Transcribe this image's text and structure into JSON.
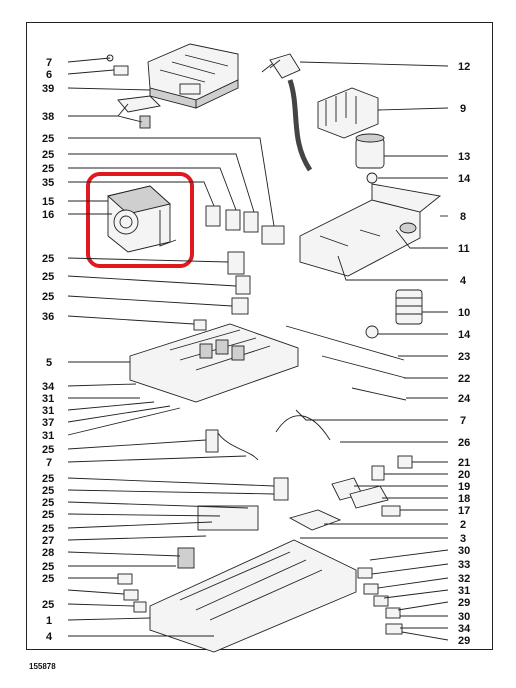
{
  "figure_ref": "155878",
  "highlight_color": "#e0191f",
  "callouts": {
    "l01": "7",
    "l02": "6",
    "l03": "39",
    "l04": "38",
    "l05": "25",
    "l06": "25",
    "l07": "25",
    "l08": "35",
    "l09": "15",
    "l10": "16",
    "l11": "25",
    "l12": "25",
    "l13": "25",
    "l14": "36",
    "l15": "5",
    "l16": "34",
    "l17": "31",
    "l18": "31",
    "l19": "37",
    "l20": "31",
    "l21": "25",
    "l22": "7",
    "l23": "25",
    "l24": "25",
    "l25": "25",
    "l26": "25",
    "l27": "25",
    "l28": "27",
    "l29": "28",
    "l30": "25",
    "l31": "25",
    "l32": "25",
    "l33": "1",
    "l34": "4",
    "r01": "12",
    "r02": "9",
    "r03": "13",
    "r04": "14",
    "r05": "8",
    "r06": "11",
    "r07": "4",
    "r08": "10",
    "r09": "14",
    "r10": "23",
    "r11": "22",
    "r12": "24",
    "r13": "7",
    "r14": "26",
    "r15": "21",
    "r16": "20",
    "r17": "19",
    "r18": "18",
    "r19": "17",
    "r20": "2",
    "r21": "3",
    "r22": "30",
    "r23": "33",
    "r24": "32",
    "r25": "31",
    "r26": "29",
    "r27": "30",
    "r28": "34",
    "r29": "29"
  }
}
